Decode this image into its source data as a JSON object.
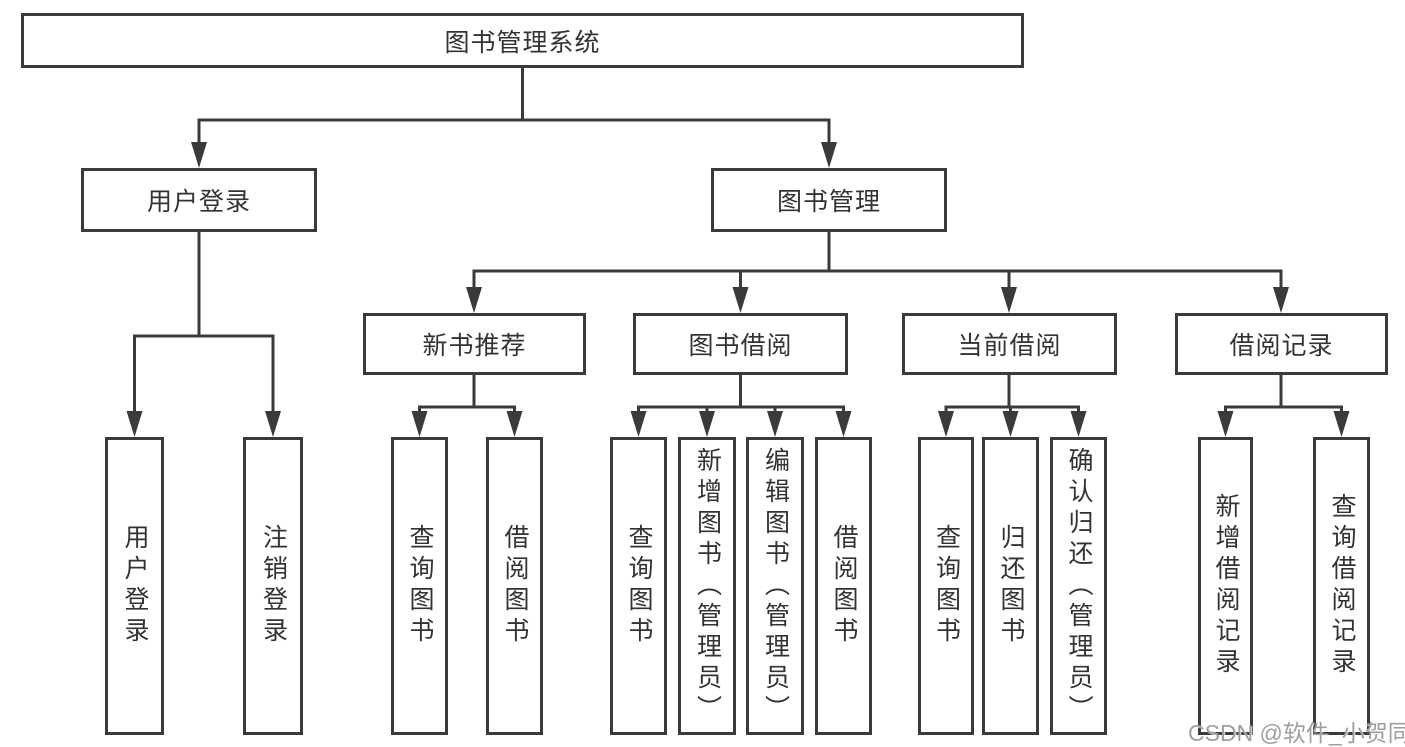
{
  "diagram": {
    "type": "tree",
    "colors": {
      "line": "#3a3a3a",
      "text": "#333333",
      "background": "#ffffff",
      "watermark": "#9f9f9f"
    },
    "root": {
      "label": "图书管理系统"
    },
    "level2": [
      {
        "label": "用户登录"
      },
      {
        "label": "图书管理"
      }
    ],
    "level3": [
      {
        "label": "新书推荐"
      },
      {
        "label": "图书借阅"
      },
      {
        "label": "当前借阅"
      },
      {
        "label": "借阅记录"
      }
    ],
    "leaves": {
      "user_login": [
        {
          "label": "用户登录"
        },
        {
          "label": "注销登录"
        }
      ],
      "new_book": [
        {
          "label": "查询图书"
        },
        {
          "label": "借阅图书"
        }
      ],
      "book_borrow": [
        {
          "label": "查询图书"
        },
        {
          "label": "新增图书（管理员）"
        },
        {
          "label": "编辑图书（管理员）"
        },
        {
          "label": "借阅图书"
        }
      ],
      "current_borrow": [
        {
          "label": "查询图书"
        },
        {
          "label": "归还图书"
        },
        {
          "label": "确认归还（管理员）"
        }
      ],
      "borrow_record": [
        {
          "label": "新增借阅记录"
        },
        {
          "label": "查询借阅记录"
        }
      ]
    },
    "watermark": "CSDN @软件_小贺同学"
  }
}
